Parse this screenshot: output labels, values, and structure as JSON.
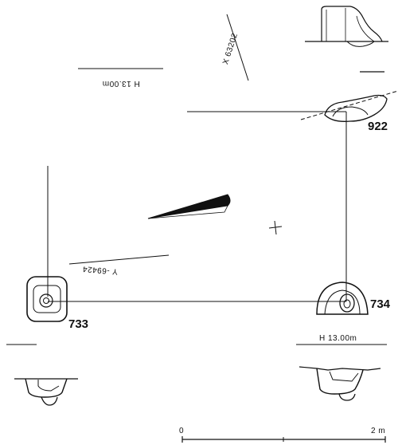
{
  "labels": {
    "elev_top": "H 13.00m",
    "elev_bottom": "H 13.00m",
    "coord_x": "X 63202",
    "coord_y": "Y -69424",
    "feature_922": "922",
    "feature_733": "733",
    "feature_734": "734"
  },
  "scale": {
    "start": "0",
    "end": "2 m"
  },
  "colors": {
    "ink": "#111111",
    "paper": "#ffffff"
  }
}
